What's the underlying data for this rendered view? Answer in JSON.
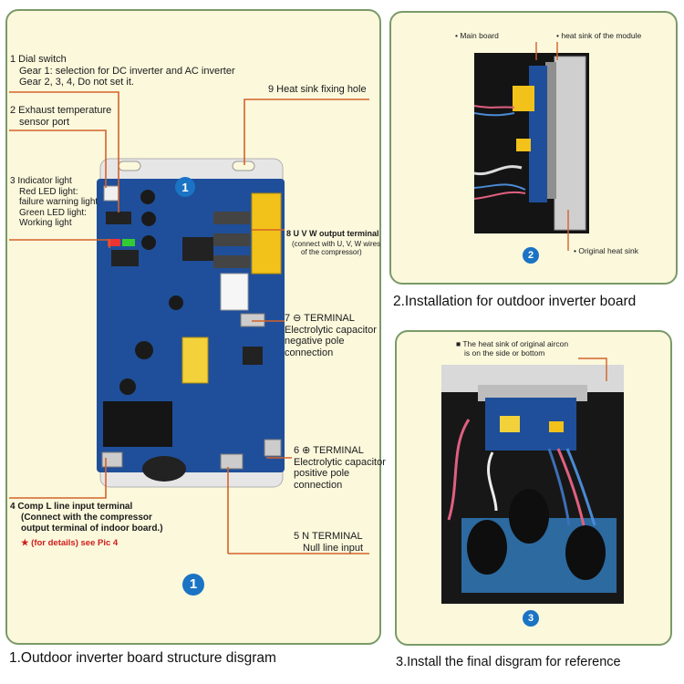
{
  "panel1": {
    "badge": "1",
    "caption": "1.Outdoor inverter board structure disgram",
    "ann": {
      "dial_switch": [
        "1 Dial switch",
        "Gear 1: selection for DC inverter and AC inverter",
        "Gear 2, 3, 4, Do not set it."
      ],
      "exhaust": [
        "2 Exhaust temperature",
        "sensor port"
      ],
      "indicator": [
        "3 Indicator light",
        "Red LED light:",
        "failure warning light",
        "Green LED light:",
        "Working light"
      ],
      "comp_l": [
        "4 Comp L line input terminal",
        "(Connect with the compressor",
        "output terminal of indoor board.)"
      ],
      "details": "★ (for details) see Pic 4",
      "n_terminal": [
        "5 N  TERMINAL",
        "Null line input"
      ],
      "plus_terminal": [
        "6 ⊕ TERMINAL",
        "Electrolytic capacitor",
        "positive pole",
        "connection"
      ],
      "minus_terminal": [
        "7 ⊖ TERMINAL",
        "Electrolytic capacitor",
        "negative pole",
        "connection"
      ],
      "uvw": [
        "8 U V W  output terminal",
        "(connect with U, V, W wires",
        "of the compressor)"
      ],
      "heat_sink_hole": "9 Heat sink fixing hole"
    }
  },
  "panel2": {
    "badge": "2",
    "caption": "2.Installation for outdoor inverter board",
    "labels": {
      "main_board": "• Main board",
      "heat_sink_module": "• heat sink of the module",
      "original_heat_sink": "• Original heat sink"
    }
  },
  "panel3": {
    "badge": "3",
    "caption": "3.Install the final disgram for reference",
    "labels": [
      "■ The heat sink of original aircon",
      "is on the side or bottom"
    ]
  },
  "colors": {
    "panel_border": "#7a9a68",
    "panel_bg": "#fbf8dc",
    "leader": "#d4622a",
    "badge": "#1b73c4",
    "pcb": "#1f4f9a",
    "connector": "#f2c21a"
  }
}
